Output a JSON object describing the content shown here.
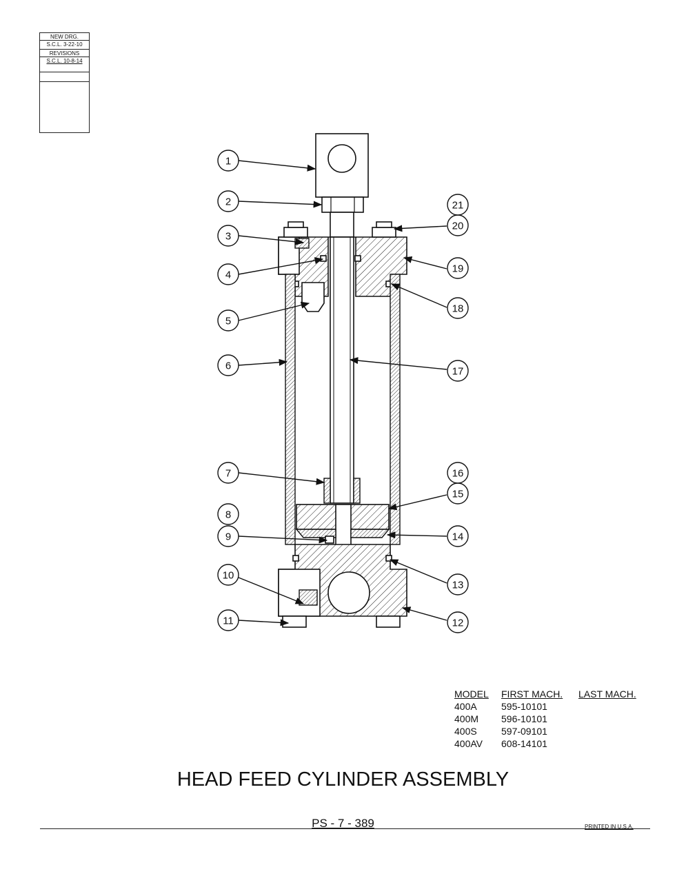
{
  "revision_block": {
    "new_drawing_label": "NEW DRG.",
    "new_drawing_date": "S.C.L. 3-22-10",
    "revisions_label": "REVISIONS",
    "revision_1": "S.C.L. 10-8-14"
  },
  "callouts": [
    "1",
    "2",
    "3",
    "4",
    "5",
    "6",
    "7",
    "8",
    "9",
    "10",
    "11",
    "12",
    "13",
    "14",
    "15",
    "16",
    "17",
    "18",
    "19",
    "20",
    "21"
  ],
  "model_table": {
    "headers": [
      "MODEL",
      "FIRST MACH.",
      "LAST MACH."
    ],
    "rows": [
      [
        "400A",
        "595-10101",
        ""
      ],
      [
        "400M",
        "596-10101",
        ""
      ],
      [
        "400S",
        "597-09101",
        ""
      ],
      [
        "400AV",
        "608-14101",
        ""
      ]
    ]
  },
  "title": "HEAD FEED CYLINDER ASSEMBLY",
  "page_number": "PS - 7 - 389",
  "printed": "PRINTED IN U.S.A."
}
